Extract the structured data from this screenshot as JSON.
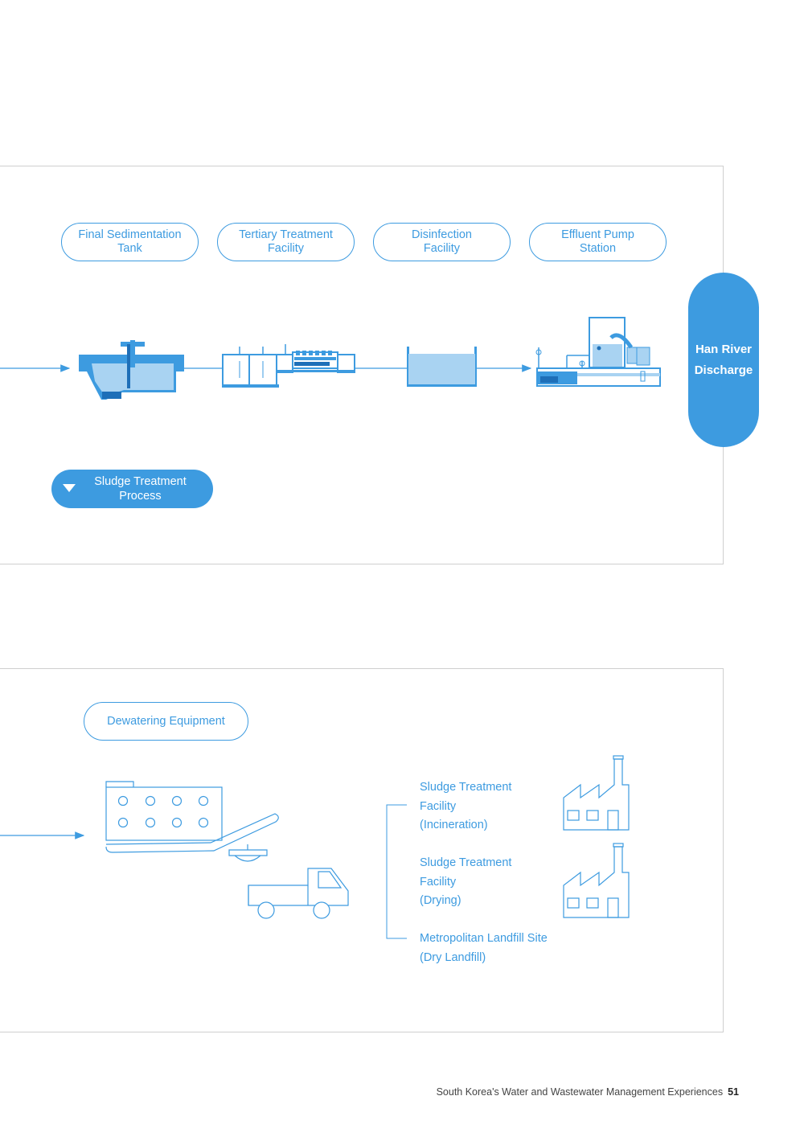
{
  "process_steps": [
    {
      "label": "Final Sedimentation\nTank"
    },
    {
      "label": "Tertiary Treatment\nFacility"
    },
    {
      "label": "Disinfection\nFacility"
    },
    {
      "label": "Effluent Pump\nStation"
    }
  ],
  "discharge": {
    "label": "Han River\nDischarge"
  },
  "sludge_button": {
    "label": "Sludge Treatment\nProcess"
  },
  "dewatering": {
    "label": "Dewatering Equipment"
  },
  "outputs": [
    {
      "label": "Sludge Treatment\nFacility\n(Incineration)"
    },
    {
      "label": "Sludge Treatment\n Facility\n(Drying)"
    },
    {
      "label": "Metropolitan Landfill Site\n(Dry Landfill)"
    }
  ],
  "footer": {
    "title": "South Korea's Water and Wastewater Management Experiences",
    "page": "51"
  },
  "colors": {
    "accent": "#3d9be0",
    "light": "#a9d3f2",
    "dark": "#1e6fb8"
  }
}
